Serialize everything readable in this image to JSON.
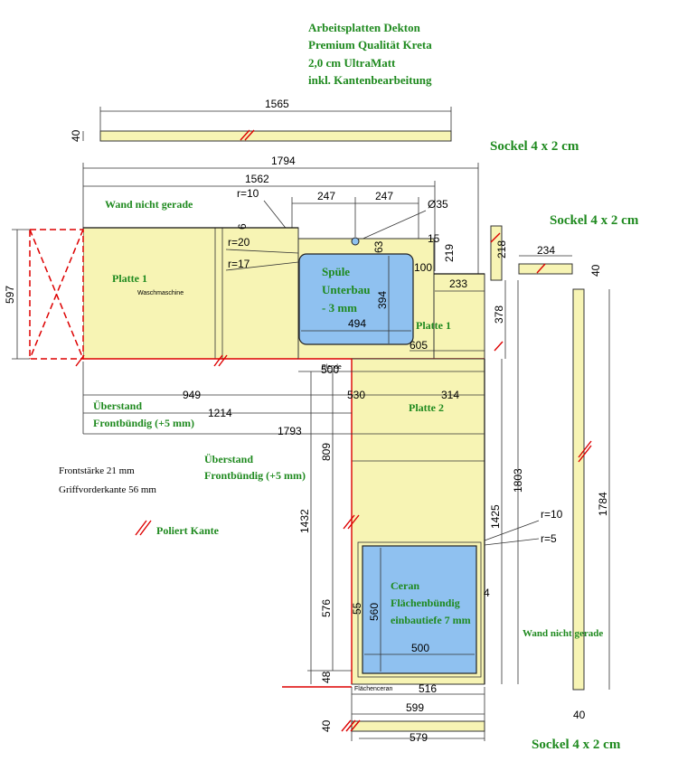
{
  "header": {
    "line1": "Arbeitsplatten Dekton",
    "line2": "Premium Qualität Kreta",
    "line3": "2,0 cm UltraMatt",
    "line4": "inkl. Kantenbearbeitung"
  },
  "labels": {
    "sockel_top": "Sockel 4 x 2 cm",
    "sockel_right": "Sockel 4 x 2 cm",
    "sockel_bottom": "Sockel 4 x 2 cm",
    "wand_top": "Wand nicht gerade",
    "wand_right": "Wand nicht gerade",
    "platte1_left": "Platte 1",
    "waschmaschine": "Waschmaschine",
    "spuele_1": "Spüle",
    "spuele_2": "Unterbau",
    "spuele_3": "- 3 mm",
    "platte1_right": "Platte 1",
    "platte2": "Platte 2",
    "ueberstand1_a": "Überstand",
    "ueberstand1_b": "Frontbündig (+5 mm)",
    "ueberstand2_a": "Überstand",
    "ueberstand2_b": "Frontbündig (+5 mm)",
    "frontstaerke": "Frontstärke 21 mm",
    "griff": "Griffvorderkante 56 mm",
    "poliert": "Poliert Kante",
    "ceran_1": "Ceran",
    "ceran_2": "Flächenbündig",
    "ceran_3": "einbautiefe 7 mm",
    "blende": "Blende",
    "flaechenceran": "Flächenceran"
  },
  "dims": {
    "d1565": "1565",
    "d40a": "40",
    "d1794": "1794",
    "d1562": "1562",
    "d247a": "247",
    "d247b": "247",
    "r10a": "r=10",
    "r20": "r=20",
    "r17": "r=17",
    "d35": "Ø35",
    "d6": "6",
    "d63": "63",
    "d15": "15",
    "d219": "219",
    "d218": "218",
    "d234": "234",
    "d40b": "40",
    "d597": "597",
    "d394": "394",
    "d494": "494",
    "d100": "100",
    "d233": "233",
    "d378": "378",
    "d605": "605",
    "d500a": "500",
    "d949": "949",
    "d530": "530",
    "d314": "314",
    "d1214": "1214",
    "d1793": "1793",
    "d809": "809",
    "d1803": "1803",
    "d1784": "1784",
    "d1432": "1432",
    "d1425": "1425",
    "r10b": "r=10",
    "r5": "r=5",
    "d576": "576",
    "d560": "560",
    "d55": "55",
    "d4": "4",
    "d500b": "500",
    "d48": "48",
    "d516": "516",
    "d599": "599",
    "d40c": "40",
    "d579": "579",
    "d40d": "40"
  },
  "colors": {
    "slab": "#f7f4b4",
    "cutout": "#8fc1f0",
    "label_green": "#1f8a1f",
    "polished_edge": "#dd0000"
  }
}
